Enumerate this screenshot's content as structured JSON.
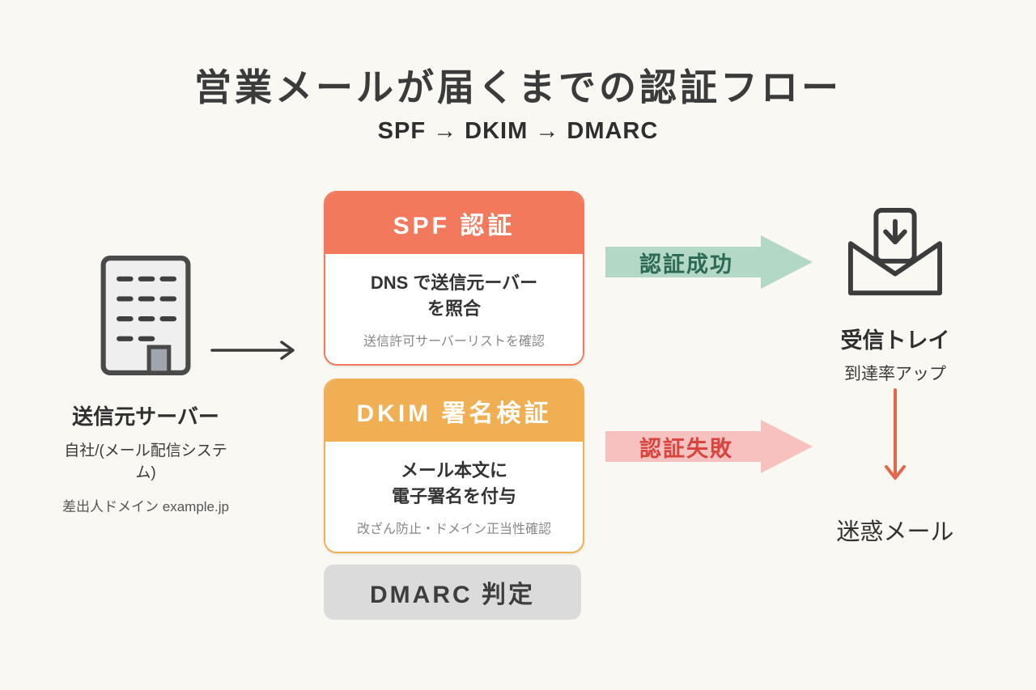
{
  "page": {
    "title": "営業メールが届くまでの認証フロー",
    "subtitle": "SPF → DKIM → DMARC"
  },
  "sender": {
    "label": "送信元サーバー",
    "line1": "自社/(メール配信システム)",
    "line2": "差出人ドメイン example.jp"
  },
  "spf_card": {
    "header": "SPF 認証",
    "line1": "DNS で送信元ーバー",
    "line2": "を照合",
    "note": "送信許可サーバーリストを確認"
  },
  "dkim_card": {
    "header": "DKIM 署名検証",
    "line1": "メール本文に",
    "line2": "電子署名を付与",
    "note": "改ざん防止・ドメイン正当性確認"
  },
  "dmarc_box": {
    "label": "DMARC 判定"
  },
  "arrows": {
    "success": "認証成功",
    "fail": "認証失敗"
  },
  "inbox": {
    "label": "受信トレイ",
    "sub": "到達率アップ"
  },
  "spam": {
    "label": "迷惑メール"
  },
  "icons": {
    "sender": "building-icon",
    "inbox": "inbox-download-icon"
  },
  "colors": {
    "background": "#FAF8F3",
    "spf": "#F2795B",
    "dkim": "#F0AF52",
    "dmarc_gray": "#DBDBDB",
    "success_fill": "#B3D8C5",
    "success_text": "#2C6A56",
    "fail_fill": "#F6C1BE",
    "fail_text": "#D8453E",
    "danger_arrow": "#E2674D",
    "ink": "#3B3B3B"
  }
}
